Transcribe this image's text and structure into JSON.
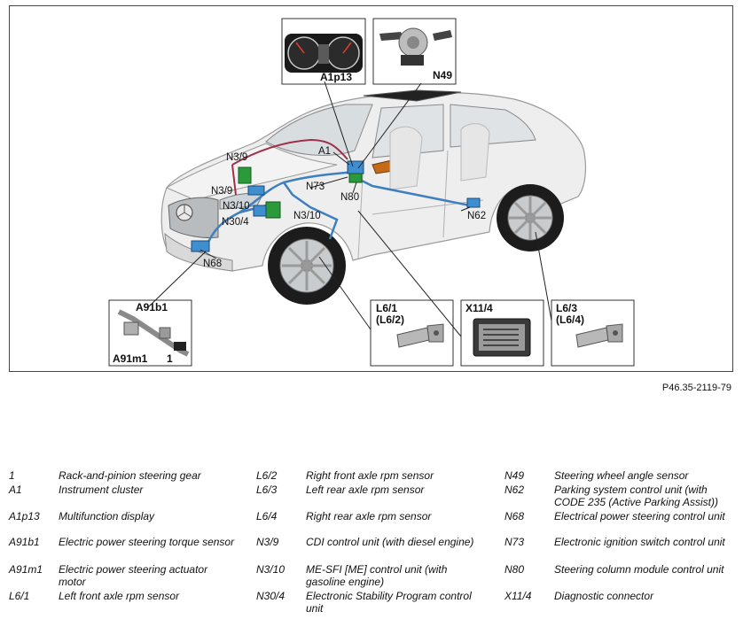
{
  "callouts": {
    "a1p13": "A1p13",
    "n49": "N49",
    "a1": "A1",
    "n3_9_top": "N3/9",
    "n3_9_mid": "N3/9",
    "n3_10_left": "N3/10",
    "n30_4": "N30/4",
    "n73": "N73",
    "n80": "N80",
    "n3_10_right": "N3/10",
    "n62": "N62",
    "n68": "N68",
    "a91b1": "A91b1",
    "a91m1": "A91m1",
    "one": "1",
    "l6_1": "L6/1",
    "l6_2": "(L6/2)",
    "x11_4": "X11/4",
    "l6_3": "L6/3",
    "l6_4": "(L6/4)"
  },
  "reference": "P46.35-2119-79",
  "legend": [
    {
      "code": "1",
      "desc": "Rack-and-pinion steering gear"
    },
    {
      "code": "A1",
      "desc": "Instrument cluster"
    },
    {
      "code": "A1p13",
      "desc": "Multifunction display"
    },
    {
      "code": "A91b1",
      "desc": "Electric power steering torque sensor"
    },
    {
      "code": "A91m1",
      "desc": "Electric power steering actuator motor"
    },
    {
      "code": "L6/1",
      "desc": "Left front axle rpm sensor"
    },
    {
      "code": "L6/2",
      "desc": "Right front axle rpm sensor"
    },
    {
      "code": "L6/3",
      "desc": "Left rear axle rpm sensor"
    },
    {
      "code": "L6/4",
      "desc": "Right rear axle rpm sensor"
    },
    {
      "code": "N3/9",
      "desc": "CDI control unit (with diesel engine)"
    },
    {
      "code": "N3/10",
      "desc": "ME-SFI [ME] control unit (with gasoline engine)"
    },
    {
      "code": "N30/4",
      "desc": "Electronic Stability Program control unit"
    },
    {
      "code": "N49",
      "desc": "Steering wheel angle sensor"
    },
    {
      "code": "N62",
      "desc": "Parking system control unit (with CODE 235 (Active Parking Assist))"
    },
    {
      "code": "N68",
      "desc": "Electrical power steering control unit"
    },
    {
      "code": "N73",
      "desc": "Electronic ignition switch control unit"
    },
    {
      "code": "N80",
      "desc": "Steering column module control unit"
    },
    {
      "code": "X11/4",
      "desc": "Diagnostic connector"
    }
  ]
}
